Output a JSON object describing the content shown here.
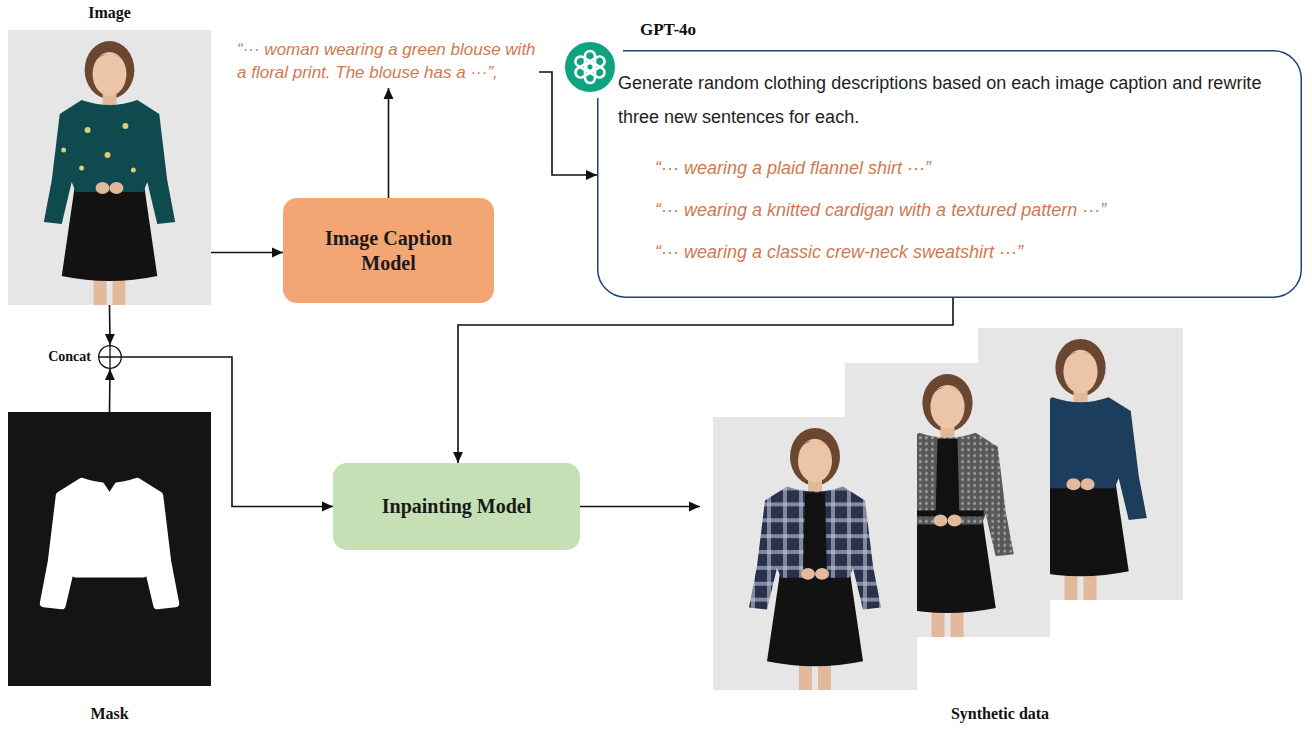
{
  "diagram": {
    "nodes": [
      {
        "text": [
          "Image"
        ]
      },
      {
        "text": [
          "“··· woman wearing a green blouse with a floral print. The blouse has a ···”,"
        ]
      },
      {
        "text": [
          "GPT-4o",
          "Generate random clothing descriptions based on each image caption and rewrite three new sentences for each.",
          "“··· wearing a plaid flannel shirt ···”",
          "“··· wearing a knitted cardigan with a textured pattern ···”",
          "“··· wearing a classic crew-neck sweatshirt ···”"
        ]
      },
      {
        "text": [
          "Image Caption Model"
        ]
      },
      {
        "text": [
          "Concat"
        ]
      },
      {
        "text": [
          "Mask"
        ]
      },
      {
        "text": [
          "Inpainting Model"
        ]
      },
      {
        "text": [
          "Synthetic data"
        ]
      }
    ],
    "edges": [
      {
        "from": 0,
        "to": 3,
        "arrow": "to"
      },
      {
        "from": 3,
        "to": 1,
        "arrow": "to"
      },
      {
        "from": 1,
        "to": 2,
        "arrow": "to"
      },
      {
        "from": 0,
        "to": 4,
        "arrow": "to"
      },
      {
        "from": 5,
        "to": 4,
        "arrow": "to"
      },
      {
        "from": 4,
        "to": 6,
        "arrow": "to"
      },
      {
        "from": 2,
        "to": 6,
        "arrow": "to"
      },
      {
        "from": 6,
        "to": 7,
        "arrow": "to"
      }
    ]
  }
}
